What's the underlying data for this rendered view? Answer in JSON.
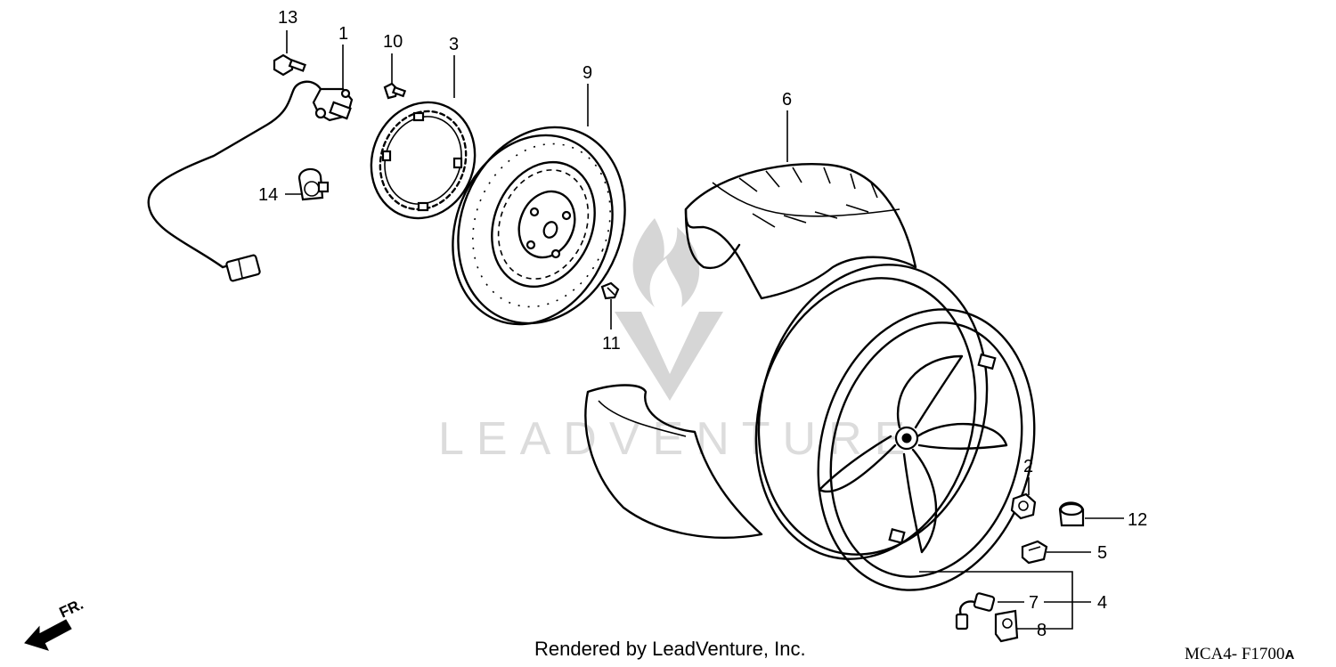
{
  "watermark": {
    "text": "LEADVENTURE"
  },
  "callouts": [
    {
      "id": "1",
      "label": "1"
    },
    {
      "id": "2",
      "label": "2"
    },
    {
      "id": "3",
      "label": "3"
    },
    {
      "id": "4",
      "label": "4"
    },
    {
      "id": "5",
      "label": "5"
    },
    {
      "id": "6",
      "label": "6"
    },
    {
      "id": "7",
      "label": "7"
    },
    {
      "id": "8",
      "label": "8"
    },
    {
      "id": "9",
      "label": "9"
    },
    {
      "id": "10",
      "label": "10"
    },
    {
      "id": "11",
      "label": "11"
    },
    {
      "id": "12",
      "label": "12"
    },
    {
      "id": "13",
      "label": "13"
    },
    {
      "id": "14",
      "label": "14"
    }
  ],
  "direction_marker": {
    "label": "FR."
  },
  "footer": {
    "credit": "Rendered by LeadVenture, Inc.",
    "diagram_code": "MCA4- F1700",
    "diagram_code_suffix": "A"
  }
}
